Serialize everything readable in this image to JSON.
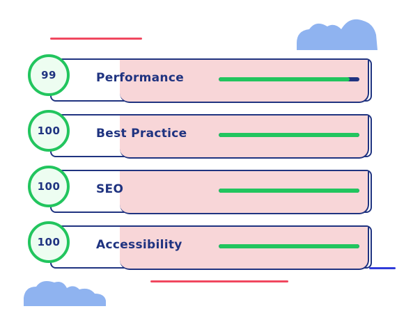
{
  "metrics": [
    {
      "score": "99",
      "label": "Performance",
      "progress": 0.93
    },
    {
      "score": "100",
      "label": "Best Practice",
      "progress": 1.0
    },
    {
      "score": "100",
      "label": "SEO",
      "progress": 1.0
    },
    {
      "score": "100",
      "label": "Accessibility",
      "progress": 1.0
    }
  ],
  "colors": {
    "accent_red": "#f0475f",
    "navy": "#1f3380",
    "green": "#22c55e",
    "pink": "#f8d6d8",
    "cloud": "#8fb3f0",
    "blue_line": "#2f3bd9"
  }
}
